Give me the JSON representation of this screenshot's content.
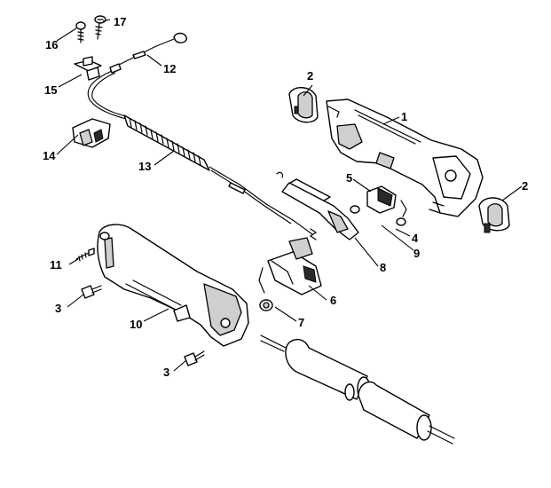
{
  "callouts": [
    {
      "id": "1",
      "label": "1"
    },
    {
      "id": "2a",
      "label": "2"
    },
    {
      "id": "2b",
      "label": "2"
    },
    {
      "id": "3a",
      "label": "3"
    },
    {
      "id": "3b",
      "label": "3"
    },
    {
      "id": "4",
      "label": "4"
    },
    {
      "id": "5",
      "label": "5"
    },
    {
      "id": "6",
      "label": "6"
    },
    {
      "id": "7",
      "label": "7"
    },
    {
      "id": "8",
      "label": "8"
    },
    {
      "id": "9",
      "label": "9"
    },
    {
      "id": "10",
      "label": "10"
    },
    {
      "id": "11",
      "label": "11"
    },
    {
      "id": "12",
      "label": "12"
    },
    {
      "id": "13",
      "label": "13"
    },
    {
      "id": "14",
      "label": "14"
    },
    {
      "id": "15",
      "label": "15"
    },
    {
      "id": "16",
      "label": "16"
    },
    {
      "id": "17",
      "label": "17"
    }
  ]
}
